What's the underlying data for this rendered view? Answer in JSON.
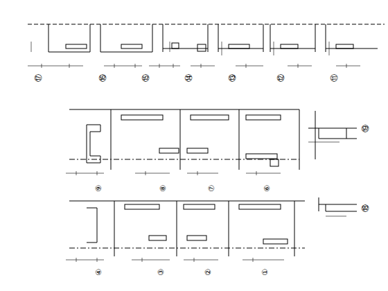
{
  "diagram": {
    "labels": [
      "⑰",
      "⑯",
      "⑮",
      "⑭",
      "⑬",
      "⑫",
      "⑪",
      "⑨",
      "⑧",
      "⑦",
      "⑥",
      "⑲",
      "④",
      "③",
      "②",
      "①",
      "⑱"
    ]
  }
}
